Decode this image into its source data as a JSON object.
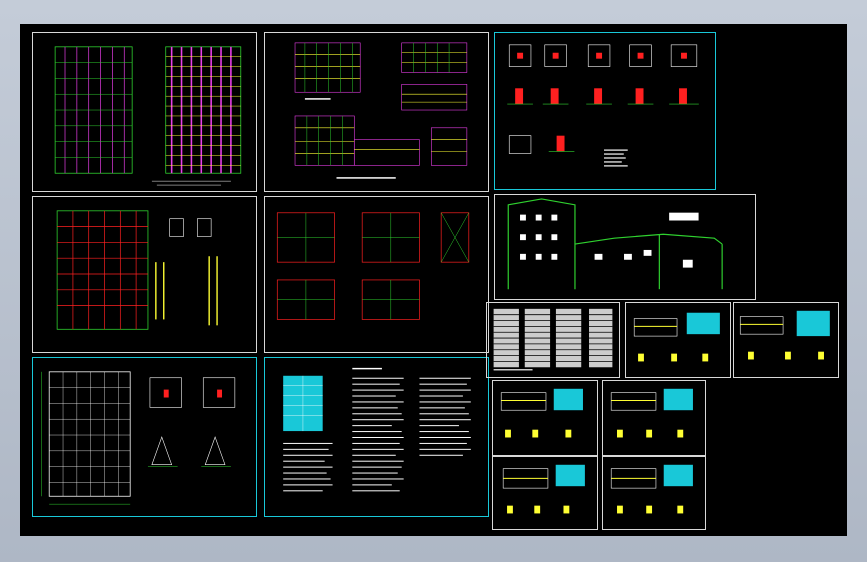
{
  "app": {
    "title": ""
  },
  "colors": {
    "canvas": "#000000",
    "frame": "#d8d8d8",
    "frame_cyan": "#19c8d8",
    "green": "#2fd12f",
    "magenta": "#e83ee8",
    "yellow": "#ffff33",
    "red": "#ff2020",
    "white": "#ffffff",
    "cyan": "#19c8d8"
  },
  "sheets": [
    {
      "id": "s1",
      "kind": "plan-magenta"
    },
    {
      "id": "s2",
      "kind": "elevations"
    },
    {
      "id": "s3",
      "kind": "foundation-details"
    },
    {
      "id": "s4",
      "kind": "plan-red"
    },
    {
      "id": "s5",
      "kind": "frames"
    },
    {
      "id": "s6",
      "kind": "steel-frame"
    },
    {
      "id": "s7",
      "kind": "plan-white"
    },
    {
      "id": "s8",
      "kind": "notes"
    },
    {
      "id": "s9",
      "kind": "schedule-table"
    },
    {
      "id": "s10",
      "kind": "beam-detail"
    },
    {
      "id": "s11",
      "kind": "beam-detail"
    },
    {
      "id": "s12",
      "kind": "beam-detail"
    },
    {
      "id": "s13",
      "kind": "beam-detail"
    },
    {
      "id": "s14",
      "kind": "beam-detail"
    },
    {
      "id": "s15",
      "kind": "beam-detail"
    }
  ]
}
